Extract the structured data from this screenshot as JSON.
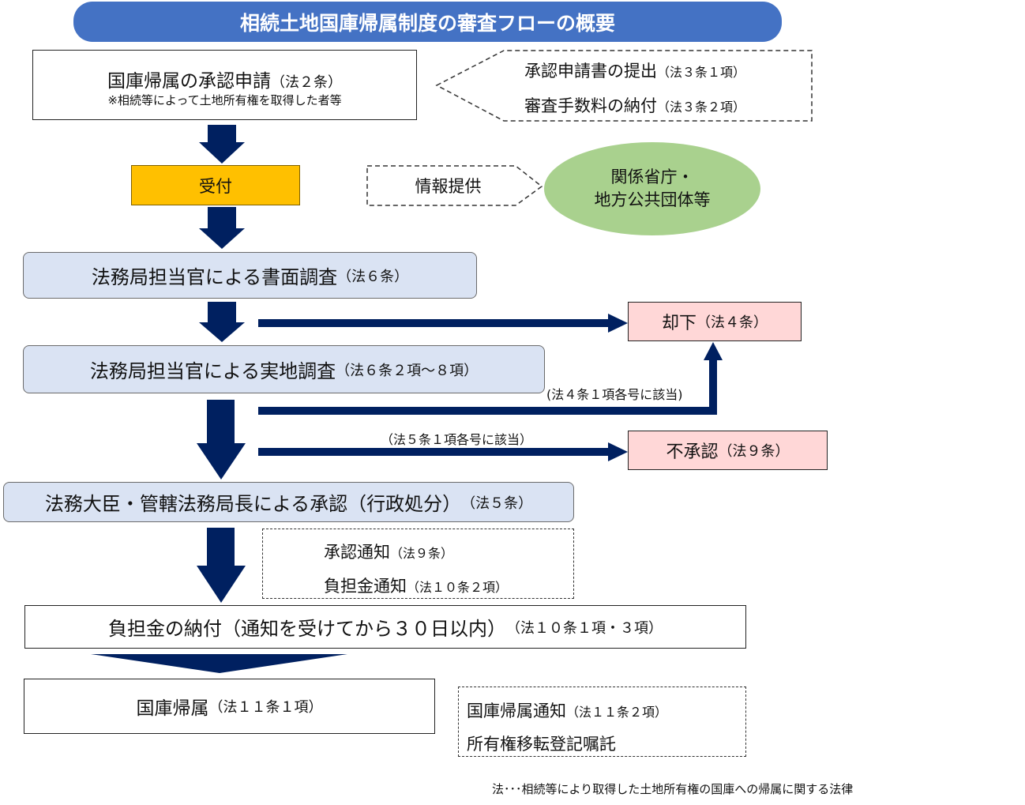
{
  "title": "相続土地国庫帰属制度の審査フローの概要",
  "steps": {
    "application": {
      "main": "国庫帰属の承認申請",
      "ref": "（法２条）",
      "note": "※相続等によって土地所有権を取得した者等"
    },
    "submission": {
      "line1": "承認申請書の提出",
      "line1_ref": "（法３条１項）",
      "line2": "審査手数料の納付",
      "line2_ref": "（法３条２項）"
    },
    "reception": "受付",
    "info": "情報提供",
    "agencies": {
      "line1": "関係省庁・",
      "line2": "地方公共団体等"
    },
    "document_review": {
      "main": "法務局担当官による書面調査",
      "ref": "（法６条）"
    },
    "dismissal": {
      "main": "却下",
      "ref": "（法４条）"
    },
    "field_review": {
      "main": "法務局担当官による実地調査",
      "ref": "（法６条２項～８項）"
    },
    "dismissal_condition": "(法４条１項各号に該当)",
    "rejection_condition": "（法５条１項各号に該当）",
    "rejection": {
      "main": "不承認",
      "ref": "（法９条）"
    },
    "approval": {
      "main": "法務大臣・管轄法務局長による承認（行政処分）",
      "ref": "（法５条）"
    },
    "notices": {
      "line1": "承認通知",
      "line1_ref": "（法９条）",
      "line2": "負担金通知",
      "line2_ref": "（法１０条２項）"
    },
    "payment": {
      "main": "負担金の納付（通知を受けてから３０日以内）",
      "ref": "（法１０条１項・３項）"
    },
    "vesting": {
      "main": "国庫帰属",
      "ref": "（法１１条１項）"
    },
    "vesting_notice": {
      "line1": "国庫帰属通知",
      "line1_ref": "（法１１条２項）",
      "line2": "所有権移転登記嘱託"
    }
  },
  "footnote": "法･･･相続等により取得した土地所有権の国庫への帰属に関する法律",
  "colors": {
    "title_bg": "#4472c4",
    "arrow": "#002060",
    "review_bg": "#dae3f3",
    "reception_bg": "#ffc000",
    "outcome_bg": "#ffd7d7",
    "agency_bg": "#a9d18e"
  }
}
